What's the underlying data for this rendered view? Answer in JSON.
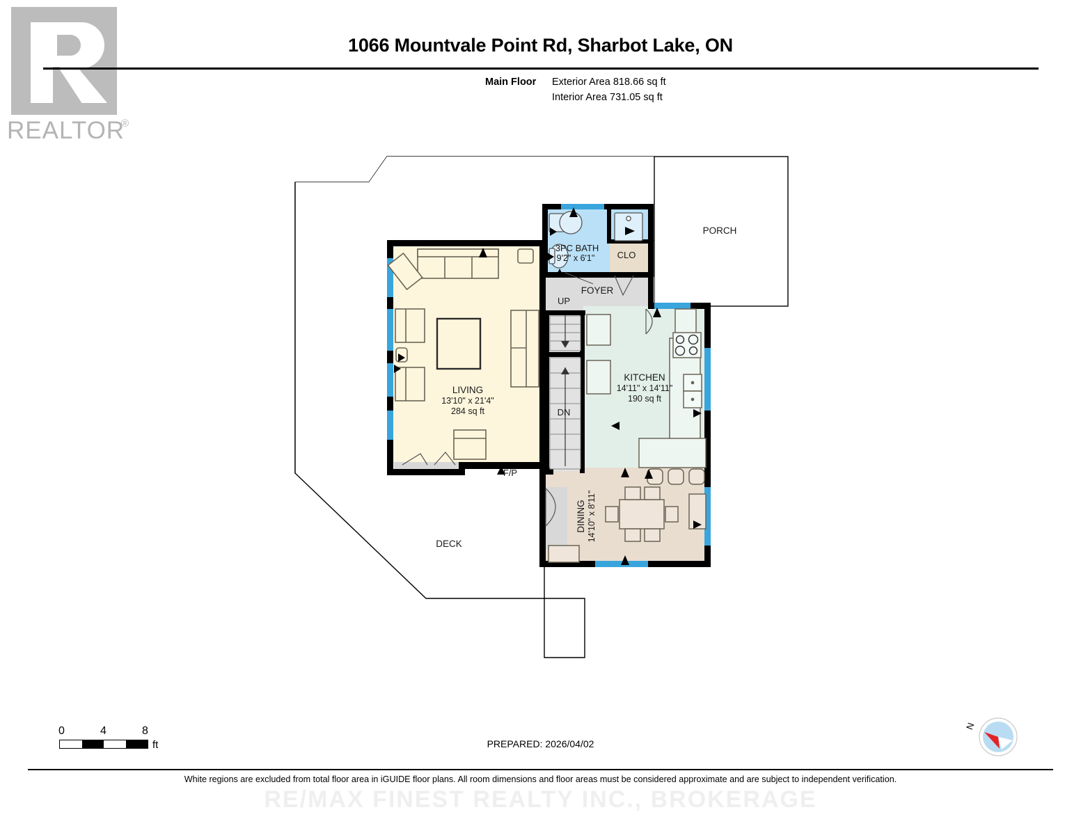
{
  "logo": {
    "brand": "REALTOR",
    "registered": "®",
    "letter": "R"
  },
  "header": {
    "title": "1066 Mountvale Point Rd, Sharbot Lake, ON",
    "floor_label": "Main Floor",
    "exterior_area": "Exterior Area 818.66 sq ft",
    "interior_area": "Interior Area 731.05 sq ft"
  },
  "plan": {
    "rooms": [
      {
        "key": "living",
        "name": "LIVING",
        "dims": "13'10\" x 21'4\"",
        "area": "284 sq ft",
        "color": "#fdf6dd"
      },
      {
        "key": "kitchen",
        "name": "KITCHEN",
        "dims": "14'11\" x 14'11\"",
        "area": "190 sq ft",
        "color": "#e2efe9"
      },
      {
        "key": "dining",
        "name": "DINING",
        "dims": "14'10\" x 8'11\"",
        "area": "",
        "color": "#e9ddd0"
      },
      {
        "key": "bath",
        "name": "3PC BATH",
        "dims": "9'2\" x 6'1\"",
        "area": "",
        "color": "#b9e0f6"
      },
      {
        "key": "closet",
        "name": "CLO",
        "dims": "",
        "area": "",
        "color": "#e9ddcb"
      },
      {
        "key": "foyer",
        "name": "FOYER",
        "dims": "",
        "area": "",
        "color": "#dcdcdc"
      },
      {
        "key": "porch",
        "name": "PORCH",
        "dims": "",
        "area": "",
        "color": "#ffffff"
      },
      {
        "key": "deck",
        "name": "DECK",
        "dims": "",
        "area": "",
        "color": "#ffffff"
      }
    ],
    "markers": {
      "stairs_up": "UP",
      "stairs_down": "DN",
      "fireplace": "F/P"
    },
    "colors": {
      "wall": "#000000",
      "window": "#3aa5dc",
      "living_fill": "#fdf6dd",
      "kitchen_fill": "#e2efe9",
      "dining_fill": "#e9ddd0",
      "bath_fill": "#b9e0f6",
      "closet_fill": "#e9ddcb",
      "foyer_fill": "#dcdcdc",
      "furniture_stroke": "#6b6454"
    }
  },
  "footer": {
    "scale_ticks": [
      "0",
      "4",
      "8"
    ],
    "scale_unit": "ft",
    "prepared": "PREPARED: 2026/04/02",
    "compass_label": "N",
    "disclaimer": "White regions are excluded from total floor area in iGUIDE floor plans. All room dimensions and floor areas must be considered approximate and are subject to independent verification.",
    "watermark": "RE/MAX FINEST REALTY INC., BROKERAGE"
  }
}
